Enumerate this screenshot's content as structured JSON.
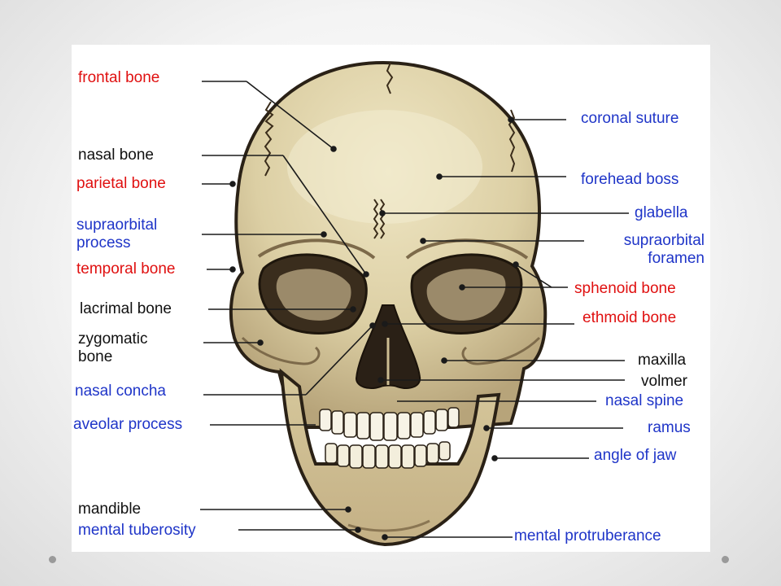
{
  "colors": {
    "red_label": "#e01010",
    "blue_label": "#1f35c8",
    "black_label": "#111111",
    "bone": "#dccfa4",
    "bone_shadow": "#a8926a",
    "outline": "#2a2116"
  },
  "labels": {
    "frontal_bone": "frontal bone",
    "nasal_bone": "nasal bone",
    "parietal_bone": "parietal bone",
    "supraorbital_process": "supraorbital\nprocess",
    "temporal_bone": "temporal bone",
    "lacrimal_bone": "lacrimal bone",
    "zygomatic_bone": "zygomatic\nbone",
    "nasal_concha": "nasal concha",
    "aveolar_process": "aveolar process",
    "mandible": "mandible",
    "mental_tuberosity": "mental tuberosity",
    "coronal_suture": "coronal suture",
    "forehead_boss": "forehead boss",
    "glabella": "glabella",
    "supraorbital_foramen": "supraorbital\nforamen",
    "sphenoid_bone": "sphenoid bone",
    "ethmoid_bone": "ethmoid bone",
    "maxilla": "maxilla",
    "volmer": "volmer",
    "nasal_spine": "nasal spine",
    "ramus": "ramus",
    "angle_of_jaw": "angle of jaw",
    "mental_protruberance": "mental protruberance"
  }
}
